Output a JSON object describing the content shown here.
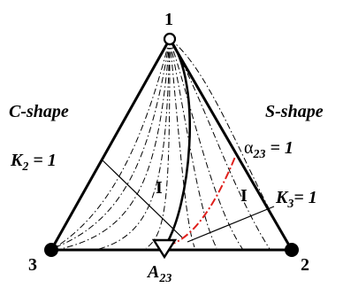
{
  "vertices": {
    "v1": "1",
    "v2": "2",
    "v3": "3"
  },
  "region_labels": {
    "left": "C-shape",
    "right": "S-shape",
    "region_left": "I",
    "region_right": "I"
  },
  "lines": {
    "k2": {
      "symbol": "K",
      "sub": "2",
      "rest": " = 1"
    },
    "k3": {
      "symbol": "K",
      "sub": "3",
      "rest": "= 1"
    },
    "alpha": {
      "symbol": "α",
      "sub": "23",
      "rest": " = 1"
    }
  },
  "point_a23": {
    "symbol": "A",
    "sub": "23"
  },
  "colors": {
    "stroke": "#000000",
    "alpha_curve": "#e0201c",
    "background": "#ffffff"
  }
}
